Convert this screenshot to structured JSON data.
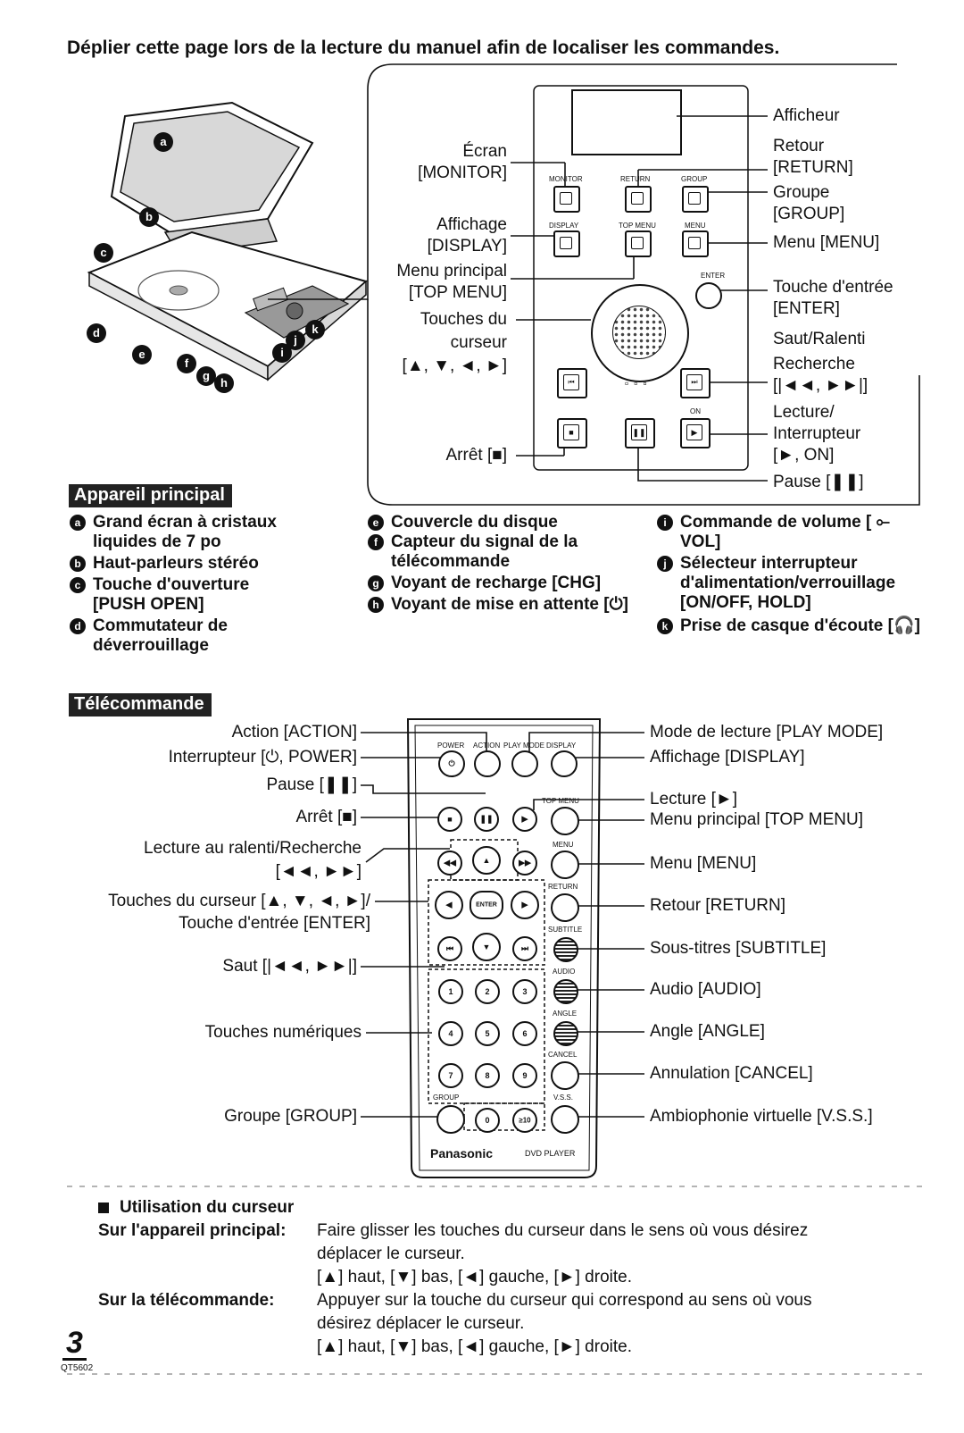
{
  "header": {
    "instruction": "Déplier cette page lors de la lecture du manuel afin de localiser les commandes."
  },
  "figure_letters": [
    "a",
    "b",
    "c",
    "d",
    "e",
    "f",
    "g",
    "h",
    "i",
    "j",
    "k"
  ],
  "unit_panel": {
    "labels": {
      "afficheur": "Afficheur",
      "ecran": "Écran",
      "ecran_key": "[MONITOR]",
      "retour": "Retour",
      "retour_key": "[RETURN]",
      "groupe": "Groupe",
      "groupe_key": "[GROUP]",
      "affichage": "Affichage",
      "affichage_key": "[DISPLAY]",
      "menu": "Menu [MENU]",
      "menu_principal": "Menu principal",
      "menu_principal_key": "[TOP MENU]",
      "touche_entree": "Touche d'entrée",
      "touche_entree_key": "[ENTER]",
      "touches_curseur_1": "Touches du",
      "touches_curseur_2": "curseur",
      "touches_curseur_3": "[▲, ▼, ◄, ►]",
      "saut_1": "Saut/Ralenti",
      "saut_2": "Recherche",
      "saut_3": "[|◄◄, ►►|]",
      "lecture_1": "Lecture/",
      "lecture_2": "Interrupteur",
      "lecture_3": "[►, ON]",
      "arret": "Arrêt [■]",
      "pause": "Pause [❚❚]"
    },
    "buttons": {
      "monitor": "MONITOR",
      "return": "RETURN",
      "group": "GROUP",
      "display": "DISPLAY",
      "top_menu": "TOP MENU",
      "menu": "MENU",
      "enter": "ENTER",
      "on": "ON"
    }
  },
  "main_unit": {
    "heading": "Appareil principal",
    "items": [
      {
        "letter": "a",
        "text": "Grand écran à cristaux liquides de 7 po"
      },
      {
        "letter": "b",
        "text": "Haut-parleurs stéréo"
      },
      {
        "letter": "c",
        "text": "Touche d'ouverture [PUSH OPEN]"
      },
      {
        "letter": "d",
        "text": "Commutateur de déverrouillage"
      },
      {
        "letter": "e",
        "text": "Couvercle du disque"
      },
      {
        "letter": "f",
        "text": "Capteur du signal de la télécommande"
      },
      {
        "letter": "g",
        "text": "Voyant de recharge [CHG]"
      },
      {
        "letter": "h",
        "text": "Voyant de mise en attente [⏻]"
      },
      {
        "letter": "i",
        "text": "Commande de volume [ ⟜ VOL]"
      },
      {
        "letter": "j",
        "text": "Sélecteur interrupteur d'alimentation/verrouillage [ON/OFF, HOLD]"
      },
      {
        "letter": "k",
        "text": "Prise de casque d'écoute [🎧]"
      }
    ]
  },
  "remote": {
    "heading": "Télécommande",
    "left_labels": {
      "action": "Action [ACTION]",
      "power": "Interrupteur [⏻, POWER]",
      "pause": "Pause [❚❚]",
      "stop": "Arrêt [■]",
      "slow_1": "Lecture au ralenti/Recherche",
      "slow_2": "[◄◄, ►►]",
      "cursor_1": "Touches du curseur [▲, ▼, ◄, ►]/",
      "cursor_2": "Touche d'entrée [ENTER]",
      "skip": "Saut [|◄◄, ►►|]",
      "numeric": "Touches numériques",
      "group": "Groupe [GROUP]"
    },
    "right_labels": {
      "play_mode": "Mode de lecture [PLAY MODE]",
      "display": "Affichage [DISPLAY]",
      "play": "Lecture [►]",
      "top_menu": "Menu principal [TOP MENU]",
      "menu": "Menu [MENU]",
      "return": "Retour [RETURN]",
      "subtitle": "Sous-titres [SUBTITLE]",
      "audio": "Audio [AUDIO]",
      "angle": "Angle [ANGLE]",
      "cancel": "Annulation [CANCEL]",
      "vss": "Ambiophonie virtuelle [V.S.S.]"
    },
    "button_text": {
      "power": "POWER",
      "action": "ACTION",
      "play_mode": "PLAY MODE",
      "display": "DISPLAY",
      "top_menu": "TOP MENU",
      "menu": "MENU",
      "return": "RETURN",
      "subtitle": "SUBTITLE",
      "audio": "AUDIO",
      "angle": "ANGLE",
      "cancel": "CANCEL",
      "vss": "V.S.S.",
      "group": "GROUP",
      "enter": "ENTER",
      "brand": "Panasonic",
      "model": "DVD PLAYER"
    },
    "numbers": [
      "1",
      "2",
      "3",
      "4",
      "5",
      "6",
      "7",
      "8",
      "9",
      "0",
      "≥10"
    ]
  },
  "cursor_usage": {
    "heading": "Utilisation du curseur",
    "rows": [
      {
        "label": "Sur l'appareil principal:",
        "line1": "Faire glisser les touches du curseur dans le sens où vous désirez",
        "line2": "déplacer le curseur.",
        "line3": "[▲] haut, [▼] bas, [◄] gauche, [►] droite."
      },
      {
        "label": "Sur la télécommande:",
        "line1": "Appuyer sur la touche du curseur qui correspond au sens où vous",
        "line2": "désirez déplacer le curseur.",
        "line3": "[▲] haut, [▼] bas, [◄] gauche, [►] droite."
      }
    ]
  },
  "footer": {
    "page_number": "3",
    "code": "QT5602"
  }
}
